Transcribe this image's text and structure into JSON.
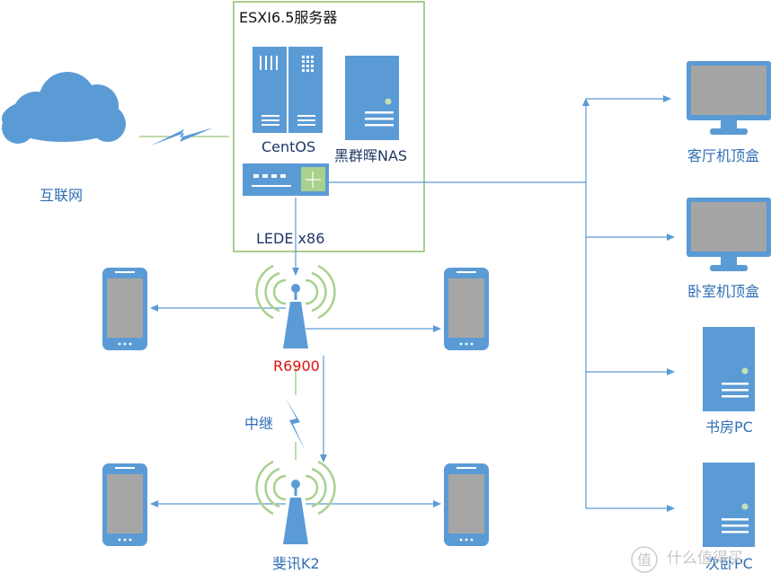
{
  "server_box": {
    "title": "ESXI6.5服务器"
  },
  "labels": {
    "internet": "互联网",
    "centos": "CentOS",
    "nas": "黑群晖NAS",
    "router": "LEDE x86",
    "ap_main": "R6900",
    "repeater": "中继",
    "ap_sub": "斐讯K2",
    "living_room": "客厅机顶盒",
    "bedroom": "卧室机顶盒",
    "study_pc": "书房PC",
    "other_pc": "次卧PC"
  },
  "watermark": {
    "text": "什么值得买"
  },
  "colors": {
    "device_blue": "#5b9bd5",
    "line_blue": "#5b9bd5",
    "box_green": "#70ad47",
    "wifi_green": "#a9d18e",
    "screen_gray": "#a6a6a6",
    "monitor_screen": "#a5a5a5",
    "label_red": "#e01010"
  }
}
